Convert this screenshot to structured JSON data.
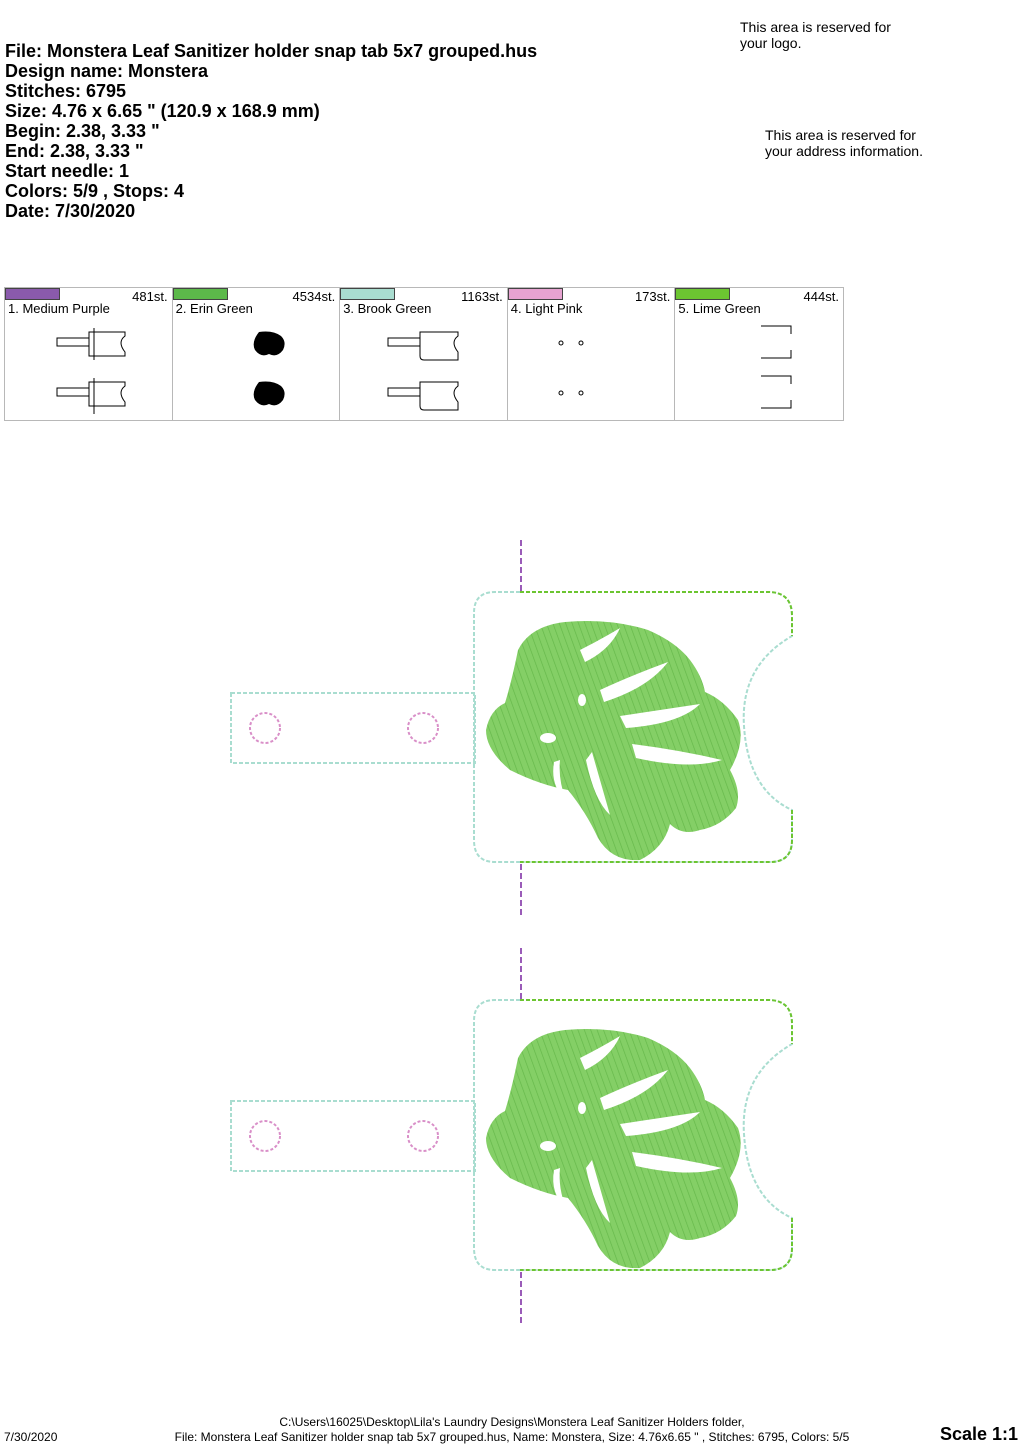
{
  "info": {
    "file": "File: Monstera Leaf Sanitizer holder snap tab 5x7 grouped.hus",
    "design_name": "Design name: Monstera",
    "stitches": "Stitches: 6795",
    "size": "Size: 4.76 x 6.65 \" (120.9 x 168.9 mm)",
    "begin": "Begin: 2.38, 3.33 \"",
    "end": "End: 2.38, 3.33 \"",
    "start_needle": "Start needle: 1",
    "colors": "Colors: 5/9 , Stops: 4",
    "date": "Date: 7/30/2020"
  },
  "reserved": {
    "logo": "This area is reserved for\nyour logo.",
    "address": "This area is reserved for\nyour address information."
  },
  "palette": [
    {
      "name": "1. Medium Purple",
      "stitches": "481st.",
      "color": "#8a5aac",
      "thumb_icon": "tab-outline-icon"
    },
    {
      "name": "2. Erin Green",
      "stitches": "4534st.",
      "color": "#5cb94a",
      "thumb_icon": "leaf-fill-icon"
    },
    {
      "name": "3. Brook Green",
      "stitches": "1163st.",
      "color": "#a9ddd0",
      "thumb_icon": "tab-outline-icon"
    },
    {
      "name": "4. Light Pink",
      "stitches": "173st.",
      "color": "#e7a3d1",
      "thumb_icon": "snap-dots-icon"
    },
    {
      "name": "5. Lime Green",
      "stitches": "444st.",
      "color": "#6cc531",
      "thumb_icon": "edge-brackets-icon"
    }
  ],
  "colors": {
    "purple_line": "#9a5bb8",
    "leaf_fill": "#7dcc5e",
    "leaf_shade": "#5fae44",
    "brook_outline": "#a9ddd0",
    "lime_outline": "#6cc531",
    "pink_snap": "#d98fc8"
  },
  "footer": {
    "date": "7/30/2020",
    "path": "C:\\Users\\16025\\Desktop\\Lila's Laundry Designs\\Monstera Leaf Sanitizer Holders folder,",
    "line": "File: Monstera Leaf Sanitizer holder snap tab 5x7 grouped.hus, Name: Monstera, Size: 4.76x6.65 \" , Stitches: 6795, Colors: 5/5",
    "scale": "Scale 1:1"
  }
}
